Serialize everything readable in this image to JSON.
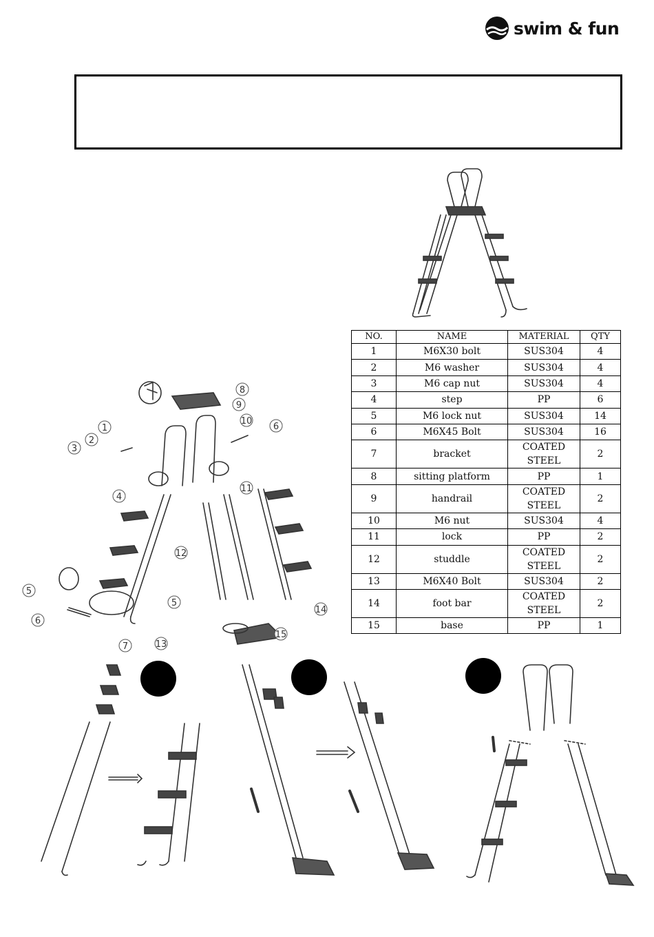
{
  "brand": {
    "name": "swim & fun"
  },
  "table": {
    "headers": [
      "NO.",
      "NAME",
      "MATERIAL",
      "QTY"
    ],
    "rows": [
      {
        "no": "1",
        "name": "M6X30 bolt",
        "material": "SUS304",
        "qty": "4"
      },
      {
        "no": "2",
        "name": "M6 washer",
        "material": "SUS304",
        "qty": "4"
      },
      {
        "no": "3",
        "name": "M6 cap nut",
        "material": "SUS304",
        "qty": "4"
      },
      {
        "no": "4",
        "name": "step",
        "material": "PP",
        "qty": "6"
      },
      {
        "no": "5",
        "name": "M6 lock nut",
        "material": "SUS304",
        "qty": "14"
      },
      {
        "no": "6",
        "name": "M6X45 Bolt",
        "material": "SUS304",
        "qty": "16"
      },
      {
        "no": "7",
        "name": "bracket",
        "material": "COATED STEEL",
        "qty": "2"
      },
      {
        "no": "8",
        "name": "sitting platform",
        "material": "PP",
        "qty": "1"
      },
      {
        "no": "9",
        "name": "handrail",
        "material": "COATED STEEL",
        "qty": "2"
      },
      {
        "no": "10",
        "name": "M6 nut",
        "material": "SUS304",
        "qty": "4"
      },
      {
        "no": "11",
        "name": "lock",
        "material": "PP",
        "qty": "2"
      },
      {
        "no": "12",
        "name": "studdle",
        "material": "COATED STEEL",
        "qty": "2"
      },
      {
        "no": "13",
        "name": "M6X40 Bolt",
        "material": "SUS304",
        "qty": "2"
      },
      {
        "no": "14",
        "name": "foot bar",
        "material": "COATED STEEL",
        "qty": "2"
      },
      {
        "no": "15",
        "name": "base",
        "material": "PP",
        "qty": "1"
      }
    ]
  },
  "callouts": [
    "1",
    "2",
    "3",
    "4",
    "5",
    "6",
    "7",
    "8",
    "9",
    "10",
    "11",
    "12",
    "13",
    "14",
    "15",
    "5",
    "6"
  ],
  "colors": {
    "ink": "#111111",
    "line": "#333333",
    "step_fill": "#444444"
  }
}
